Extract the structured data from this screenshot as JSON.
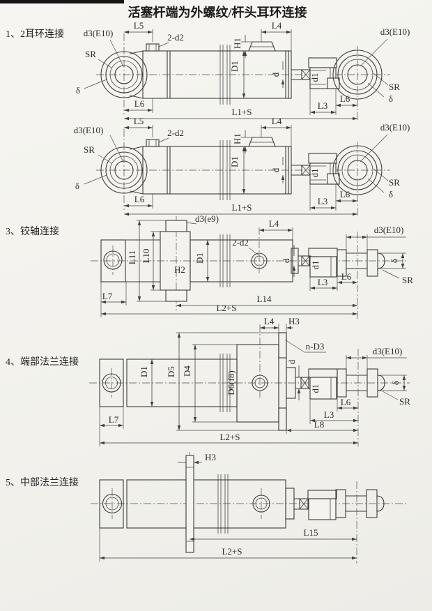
{
  "title": "活塞杆端为外螺纹/杆头耳环连接",
  "sections": [
    {
      "num": "1、2耳环连接",
      "dims": {
        "L5": "L5",
        "d2": "2-d2",
        "L4": "L4",
        "H1": "H1",
        "D1": "D1",
        "d": "d",
        "d1": "d1",
        "d3_left": "d3(E10)",
        "SR_left": "SR",
        "delta_left": "δ",
        "L6_left": "L6",
        "L3": "L3",
        "L6_right": "L6",
        "L1S": "L1+S",
        "d3_right": "d3(E10)",
        "SR_right": "SR",
        "delta_right": "δ"
      }
    },
    {
      "num": "",
      "dims": {
        "L5": "L5",
        "d2": "2-d2",
        "L4": "L4",
        "H1": "H1",
        "D1": "D1",
        "d": "d",
        "d1": "d1",
        "d3_left": "d3(E10)",
        "SR_left": "SR",
        "delta_left": "δ",
        "L6_left": "L6",
        "L3": "L3",
        "L6_right": "L6",
        "L1S": "L1+S",
        "d3_right": "d3(E10)",
        "SR_right": "SR",
        "delta_right": "δ"
      }
    },
    {
      "num": "3、铰轴连接",
      "dims": {
        "d3e9": "d3(e9)",
        "L4": "L4",
        "d2": "2-d2",
        "L11": "L11",
        "L10": "L10",
        "H2": "H2",
        "D1": "D1",
        "d": "d",
        "d1": "d1",
        "d3": "d3(E10)",
        "delta": "δ",
        "SR": "SR",
        "L3": "L3",
        "L6": "L6",
        "L7": "L7",
        "L14": "L14",
        "L2S": "L2+S"
      }
    },
    {
      "num": "4、端部法兰连接",
      "dims": {
        "L4": "L4",
        "H3": "H3",
        "nD3": "n-D3",
        "d": "d",
        "D1": "D1",
        "D5": "D5",
        "D4": "D4",
        "D6": "D6(f8)",
        "d1": "d1",
        "d3": "d3(E10)",
        "delta": "δ",
        "SR": "SR",
        "L6": "L6",
        "L3": "L3",
        "L8": "L8",
        "L7": "L7",
        "L2S": "L2+S"
      }
    },
    {
      "num": "5、中部法兰连接",
      "dims": {
        "H3": "H3",
        "L15": "L15",
        "L2S": "L2+S"
      }
    }
  ],
  "colors": {
    "line": "#3b3b3b",
    "paper": "#f4f3ee",
    "text": "#2b2b2b"
  }
}
